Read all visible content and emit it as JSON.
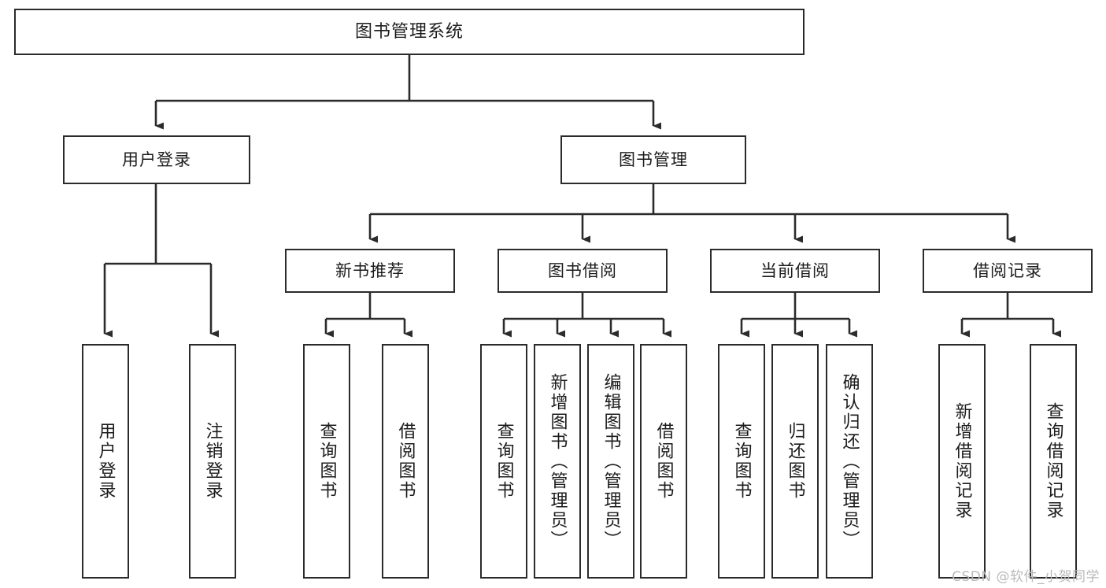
{
  "diagram": {
    "type": "tree-hierarchy",
    "title": "图书管理系统",
    "watermark": "CSDN @软件_小贺同学",
    "colors": {
      "background": "#ffffff",
      "box_border": "#2b2b2b",
      "box_fill": "#ffffff",
      "connector": "#2b2b2b",
      "text": "#1c1c1c",
      "watermark": "#b9b9b9"
    },
    "root": {
      "label": "图书管理系统"
    },
    "level1": [
      {
        "label": "用户登录"
      },
      {
        "label": "图书管理"
      }
    ],
    "level2": [
      {
        "label": "新书推荐"
      },
      {
        "label": "图书借阅"
      },
      {
        "label": "当前借阅"
      },
      {
        "label": "借阅记录"
      }
    ],
    "leaves": {
      "user_login": [
        {
          "label": "用户登录"
        },
        {
          "label": "注销登录"
        }
      ],
      "new_book_recommend": [
        {
          "label": "查询图书"
        },
        {
          "label": "借阅图书"
        }
      ],
      "book_borrow": [
        {
          "label": "查询图书"
        },
        {
          "label": "新增图书（管理员）"
        },
        {
          "label": "编辑图书（管理员）"
        },
        {
          "label": "借阅图书"
        }
      ],
      "current_borrow": [
        {
          "label": "查询图书"
        },
        {
          "label": "归还图书"
        },
        {
          "label": "确认归还（管理员）"
        }
      ],
      "borrow_record": [
        {
          "label": "新增借阅记录"
        },
        {
          "label": "查询借阅记录"
        }
      ]
    }
  }
}
